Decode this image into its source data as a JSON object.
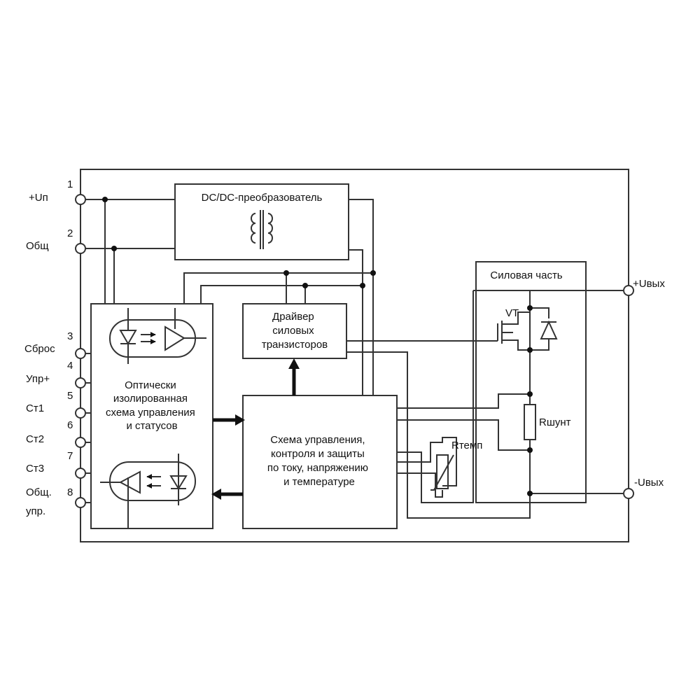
{
  "pins": {
    "up_plus": {
      "number": "1",
      "label": "+Uп"
    },
    "common": {
      "number": "2",
      "label": "Общ"
    },
    "reset": {
      "number": "3",
      "label": "Сброс"
    },
    "ctrl_plus": {
      "number": "4",
      "label": "Упр+"
    },
    "st1": {
      "number": "5",
      "label": "Ст1"
    },
    "st2": {
      "number": "6",
      "label": "Ст2"
    },
    "st3": {
      "number": "7",
      "label": "Ст3"
    },
    "ctrl_common": {
      "number": "8",
      "label_line1": "Общ.",
      "label_line2": "упр."
    }
  },
  "outputs": {
    "plus": "+Uвых",
    "minus": "-Uвых"
  },
  "blocks": {
    "dcdc": "DC/DC-преобразователь",
    "driver": [
      "Драйвер",
      "силовых",
      "транзисторов"
    ],
    "opto": [
      "Оптически",
      "изолированная",
      "схема управления",
      "и статусов"
    ],
    "control": [
      "Схема управления,",
      "контроля и защиты",
      "по току, напряжению",
      "и температуре"
    ],
    "power": "Силовая часть"
  },
  "components": {
    "transistor": "VT",
    "shunt": "Rшунт",
    "thermistor": "Rтемп"
  }
}
